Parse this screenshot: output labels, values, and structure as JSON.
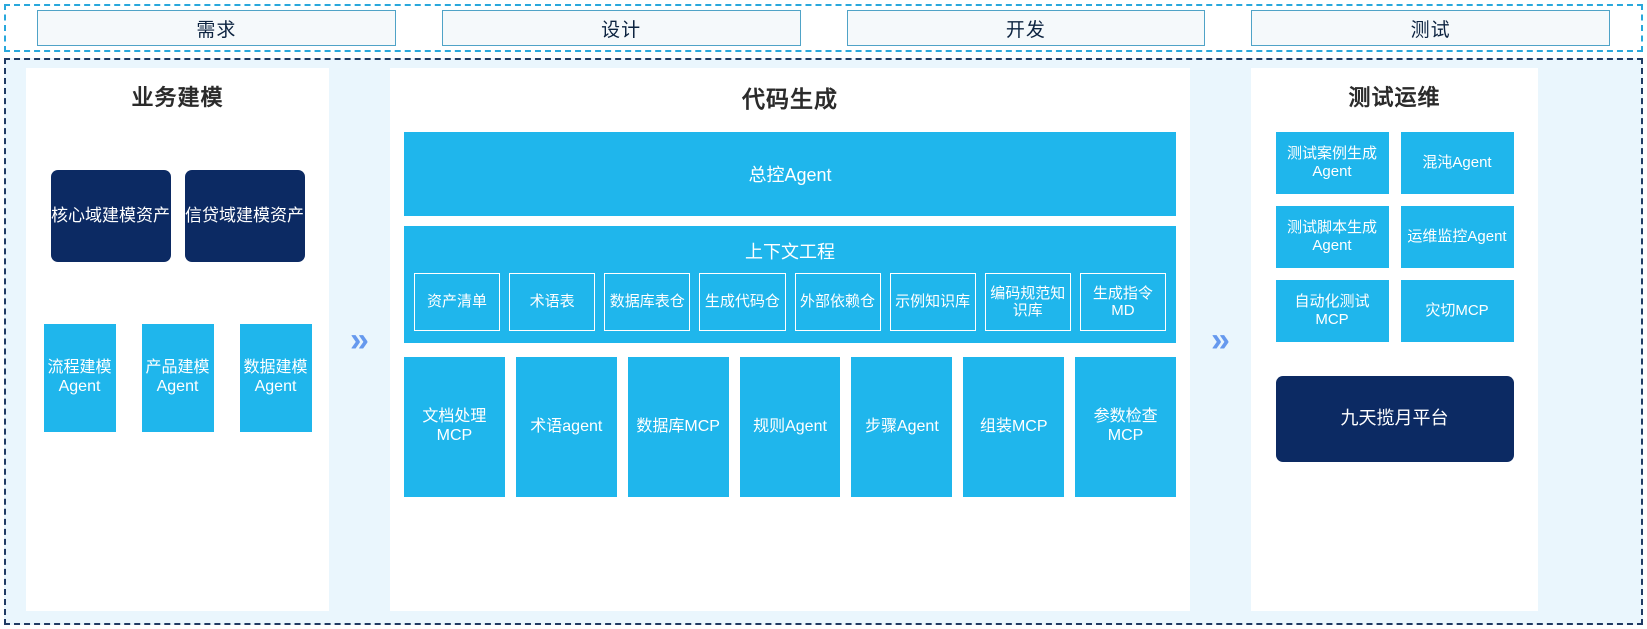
{
  "phases": [
    {
      "label": "需求"
    },
    {
      "label": "设计"
    },
    {
      "label": "开发"
    },
    {
      "label": "测试"
    }
  ],
  "arrow_glyph": "»",
  "colors": {
    "cyan": "#1FB6EC",
    "navy": "#0C2A63",
    "panel_bg": "#EAF6FD",
    "chevron": "#6699EE",
    "tab_border": "#4FA3C7"
  },
  "left_panel": {
    "title": "业务建模",
    "assets": [
      {
        "label": "核心域建模资产"
      },
      {
        "label": "信贷域建模资产"
      }
    ],
    "agents": [
      {
        "label": "流程建模Agent"
      },
      {
        "label": "产品建模Agent"
      },
      {
        "label": "数据建模Agent"
      }
    ]
  },
  "center_panel": {
    "title": "代码生成",
    "master_agent": "总控Agent",
    "context": {
      "title": "上下文工程",
      "items": [
        {
          "label": "资产清单"
        },
        {
          "label": "术语表"
        },
        {
          "label": "数据库表仓"
        },
        {
          "label": "生成代码仓"
        },
        {
          "label": "外部依赖仓"
        },
        {
          "label": "示例知识库"
        },
        {
          "label": "编码规范知识库"
        },
        {
          "label": "生成指令MD"
        }
      ]
    },
    "tools": [
      {
        "label": "文档处理MCP"
      },
      {
        "label": "术语agent"
      },
      {
        "label": "数据库MCP"
      },
      {
        "label": "规则Agent"
      },
      {
        "label": "步骤Agent"
      },
      {
        "label": "组装MCP"
      },
      {
        "label": "参数检查MCP"
      }
    ]
  },
  "right_panel": {
    "title": "测试运维",
    "items": [
      {
        "label": "测试案例生成Agent"
      },
      {
        "label": "混沌Agent"
      },
      {
        "label": "测试脚本生成Agent"
      },
      {
        "label": "运维监控Agent"
      },
      {
        "label": "自动化测试MCP"
      },
      {
        "label": "灾切MCP"
      }
    ],
    "platform": "九天揽月平台"
  }
}
